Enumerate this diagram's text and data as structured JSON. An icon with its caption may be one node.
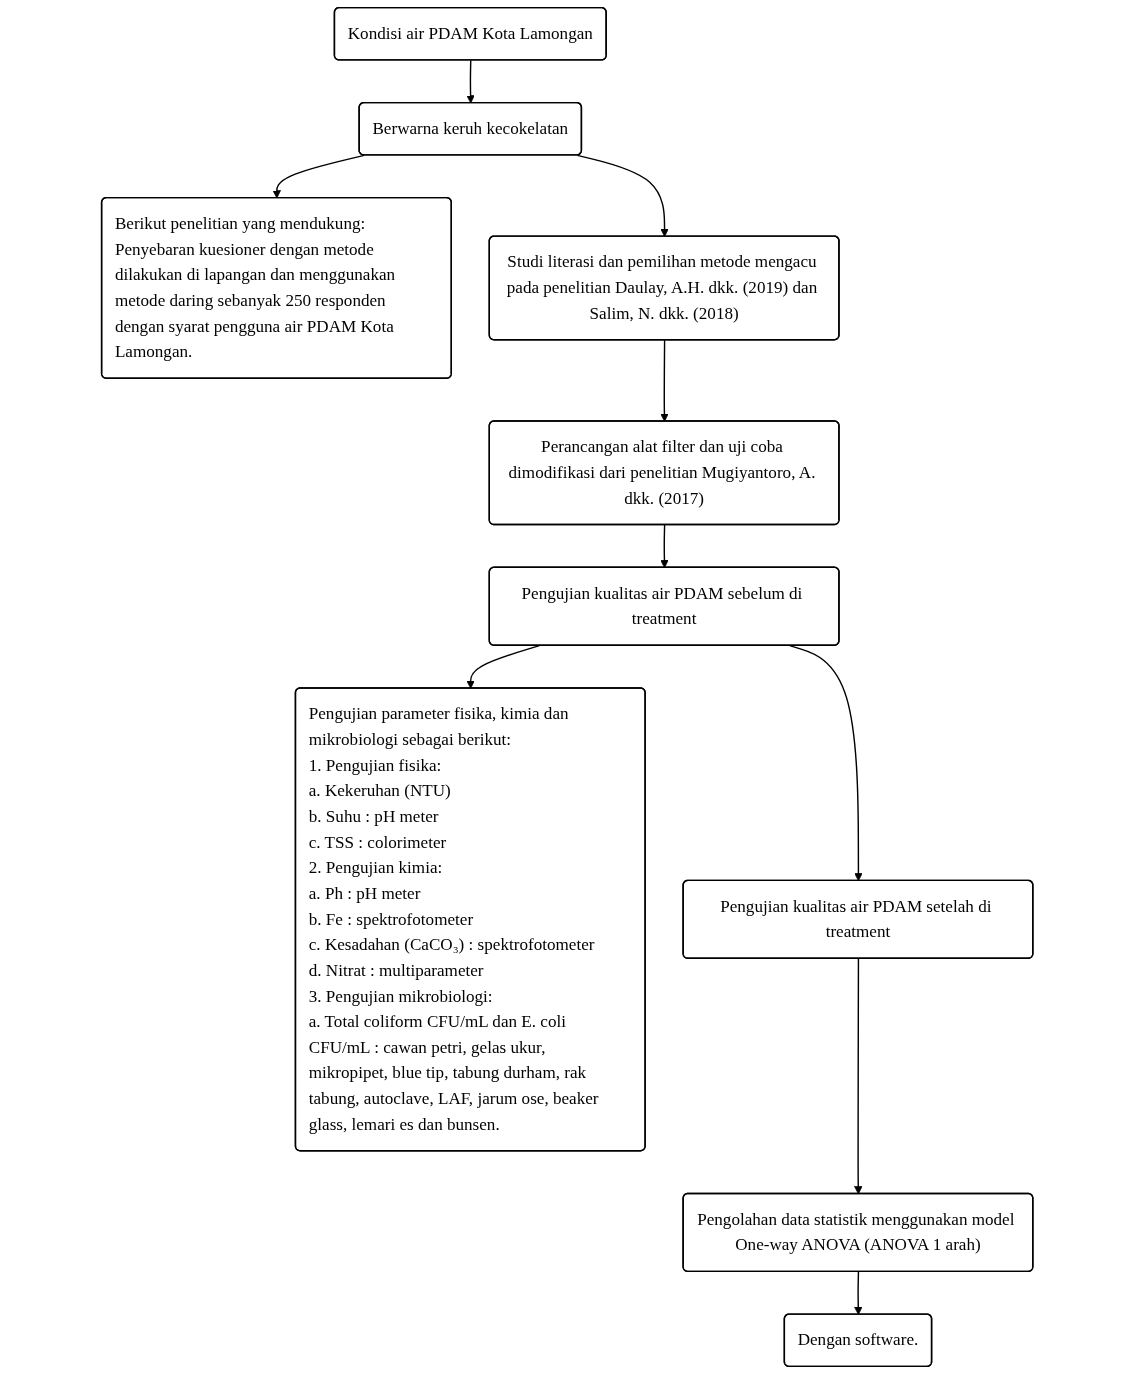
{
  "diagram": {
    "nodes": [
      {
        "text": [
          "Kondisi air PDAM Kota Lamongan"
        ]
      },
      {
        "text": [
          "Berwarna keruh kecokelatan"
        ]
      },
      {
        "text": [
          "Berikut penelitian yang mendukung:",
          "Penyebaran kuesioner dengan metode dilakukan di lapangan dan menggunakan metode daring sebanyak 250 responden dengan syarat pengguna air PDAM Kota Lamongan."
        ]
      },
      {
        "text": [
          "Studi literasi dan pemilihan metode mengacu pada penelitian Daulay, A.H. dkk. (2019) dan Salim, N. dkk. (2018)"
        ]
      },
      {
        "text": [
          "Perancangan alat filter dan uji coba dimodifikasi dari penelitian Mugiyantoro, A. dkk. (2017)"
        ]
      },
      {
        "text": [
          "Pengujian kualitas air PDAM sebelum di treatment"
        ]
      },
      {
        "text": [
          "Pengujian parameter fisika, kimia dan mikrobiologi sebagai berikut:",
          "1. Pengujian fisika:",
          "a. Kekeruhan (NTU)",
          "b. Suhu : pH meter",
          "c. TSS : colorimeter",
          "2. Pengujian kimia:",
          "a. Ph : pH meter",
          "b. Fe : spektrofotometer",
          "c. Kesadahan (CaCO₃) : spektrofotometer",
          "d. Nitrat : multiparameter",
          "3. Pengujian mikrobiologi:",
          "a. Total coliform CFU/mL dan E. coli CFU/mL : cawan petri, gelas ukur, mikropipet, blue tip, tabung durham, rak tabung, autoclave, LAF, jarum ose, beaker glass, lemari es dan bunsen."
        ]
      },
      {
        "text": [
          "Pengujian kualitas air PDAM setelah di treatment"
        ]
      },
      {
        "text": [
          "Pengolahan data statistik menggunakan model One-way ANOVA (ANOVA 1 arah)"
        ]
      },
      {
        "text": [
          "Dengan software."
        ]
      }
    ],
    "edges": [
      {
        "from": 0,
        "to": 1,
        "arrow": "to"
      },
      {
        "from": 1,
        "to": 2,
        "arrow": "to"
      },
      {
        "from": 1,
        "to": 3,
        "arrow": "to"
      },
      {
        "from": 3,
        "to": 4,
        "arrow": "to"
      },
      {
        "from": 4,
        "to": 5,
        "arrow": "to"
      },
      {
        "from": 5,
        "to": 6,
        "arrow": "to"
      },
      {
        "from": 5,
        "to": 7,
        "arrow": "to"
      },
      {
        "from": 7,
        "to": 8,
        "arrow": "to"
      },
      {
        "from": 8,
        "to": 9,
        "arrow": "to"
      }
    ]
  }
}
